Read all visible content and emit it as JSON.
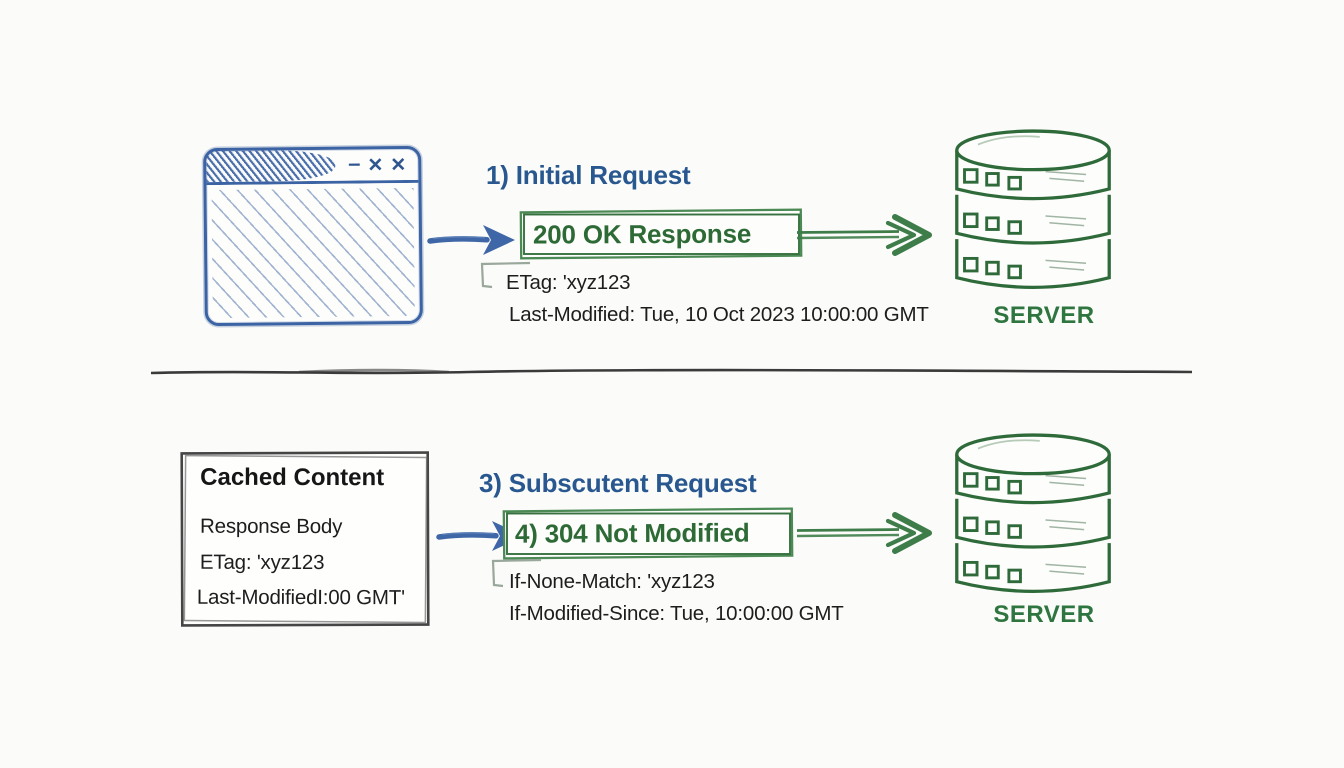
{
  "colors": {
    "background": "#fbfbf9",
    "blue_heading": "#28588f",
    "blue_sketch": "#3c63a3",
    "green_heading": "#2d6a35",
    "green_sketch": "#3c7c48",
    "server_label_green": "#2e7540",
    "text_dark": "#1d1d1d",
    "bracket_gray": "#9aa79b",
    "divider_dark": "#3a3a3a"
  },
  "window_controls": {
    "minimize_glyph": "–",
    "close_glyph": "✕"
  },
  "top": {
    "step_label": "1) Initial Request",
    "response_box_label": "200 OK Response",
    "headers": [
      "ETag: 'xyz123",
      "Last-Modified: Tue, 10 Oct 2023 10:00:00 GMT"
    ],
    "server_label": "SERVER"
  },
  "bottom": {
    "cached_box": {
      "title": "Cached Content",
      "lines": [
        "Response Body",
        "ETag: 'xyz123",
        "Last-ModifiedI:00 GMT'"
      ]
    },
    "step_label": "3) Subscutent Request",
    "response_box_label": "4) 304 Not Modified",
    "headers": [
      "If-None-Match: 'xyz123",
      "If-Modified-Since: Tue, 10:00:00 GMT"
    ],
    "server_label": "SERVER"
  }
}
